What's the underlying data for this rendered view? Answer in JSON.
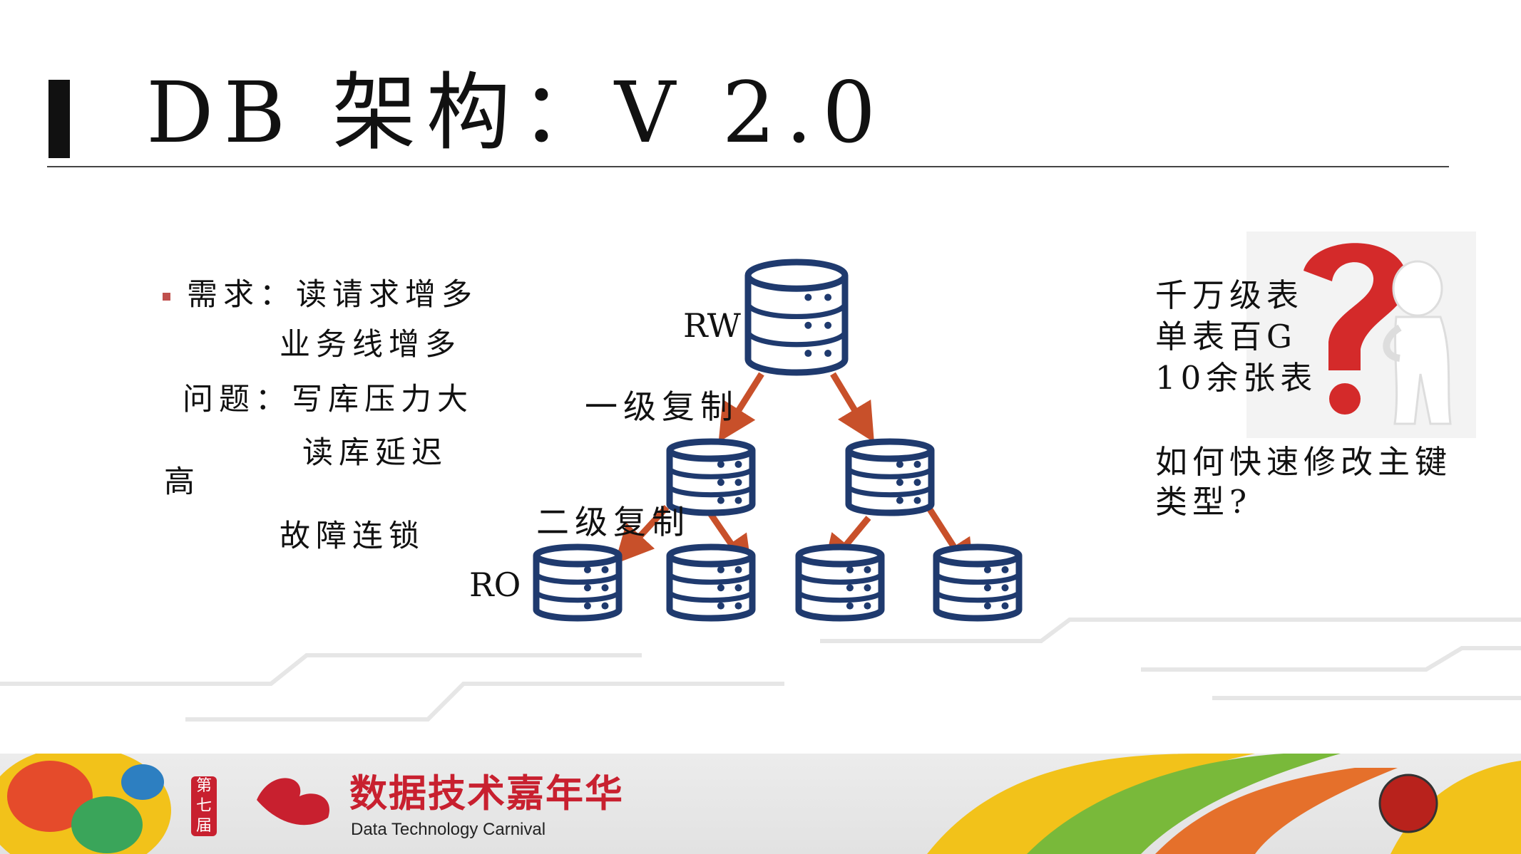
{
  "title": "DB 架构：V 2.0",
  "left_panel": {
    "line1": "需求：读请求增多",
    "line2": "业务线增多",
    "line3": "问题：写库压力大",
    "line4": "读库延迟",
    "line5": "高",
    "line6": "故障连锁"
  },
  "diagram": {
    "rw_label": "RW",
    "ro_label": "RO",
    "level1_label": "一级复制",
    "level2_label": "二级复制",
    "db_color": "#1f3a6e",
    "arrow_color": "#c8502a"
  },
  "right_panel": {
    "line1": "千万级表",
    "line2": "单表百G",
    "line3": "10余张表",
    "line4": "如何快速修改主键",
    "line5": "类型?"
  },
  "footer": {
    "seal_text": [
      "第",
      "七",
      "届"
    ],
    "title": "数据技术嘉年华",
    "subtitle": "Data Technology Carnival",
    "accent": "#c8202f"
  }
}
